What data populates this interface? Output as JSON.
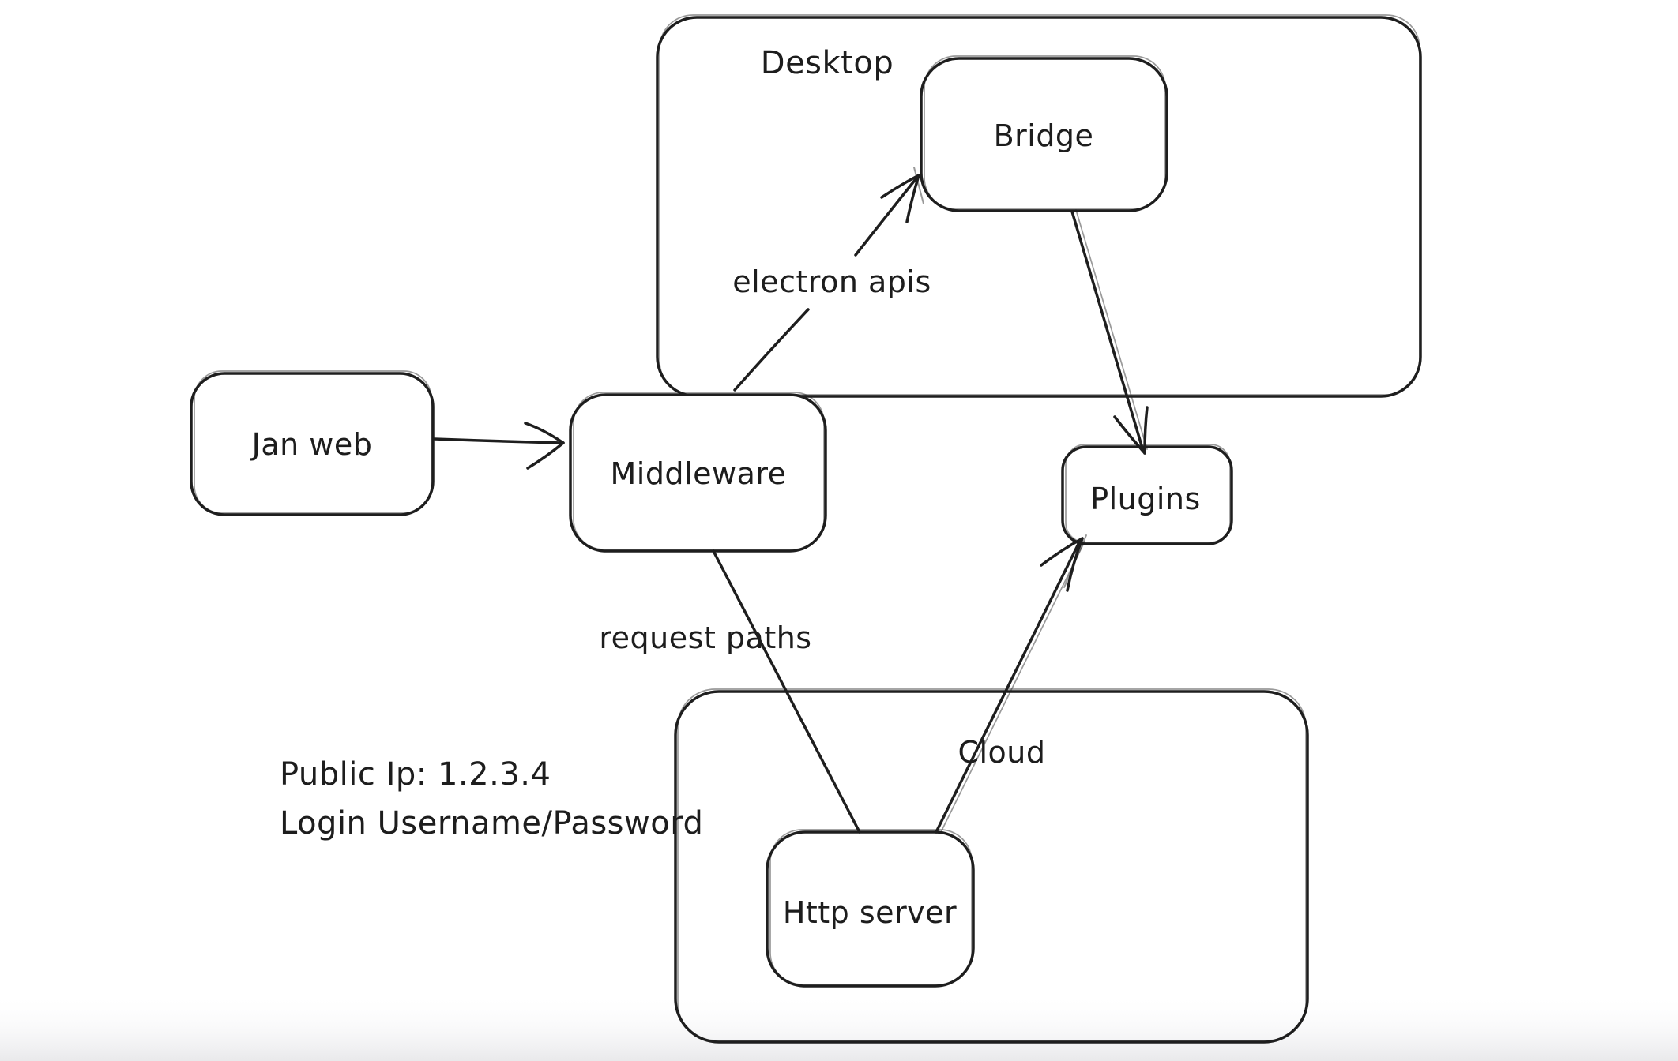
{
  "canvas": {
    "type": "hand-drawn-architecture-diagram",
    "background_color": "#ffffff",
    "stroke_color": "#1e1e1e",
    "text_color": "#1d1d1d",
    "bottom_fade_color": "#ededef"
  },
  "containers": [
    {
      "id": "desktop",
      "label": "Desktop"
    },
    {
      "id": "cloud",
      "label": "Cloud"
    }
  ],
  "nodes": [
    {
      "id": "jan-web",
      "label": "Jan web"
    },
    {
      "id": "middleware",
      "label": "Middleware"
    },
    {
      "id": "bridge",
      "label": "Bridge"
    },
    {
      "id": "plugins",
      "label": "Plugins"
    },
    {
      "id": "http-server",
      "label": "Http server"
    }
  ],
  "edges": [
    {
      "id": "jan-web-to-middleware",
      "from": "Jan web",
      "to": "Middleware",
      "label": "",
      "arrowhead": "at Middleware"
    },
    {
      "id": "middleware-to-bridge",
      "from": "Middleware",
      "to": "Bridge",
      "label": "electron apis",
      "arrowhead": "at Bridge"
    },
    {
      "id": "bridge-to-plugins",
      "from": "Bridge",
      "to": "Plugins",
      "label": "",
      "arrowhead": "at Plugins"
    },
    {
      "id": "middleware-to-http-server",
      "from": "Middleware",
      "to": "Http server",
      "label": "request paths",
      "arrowhead": "none"
    },
    {
      "id": "http-server-to-plugins",
      "from": "Http server",
      "to": "Plugins",
      "label": "",
      "arrowhead": "at Plugins"
    }
  ],
  "annotation": {
    "line1": "Public Ip: 1.2.3.4",
    "line2": "Login Username/Password"
  }
}
